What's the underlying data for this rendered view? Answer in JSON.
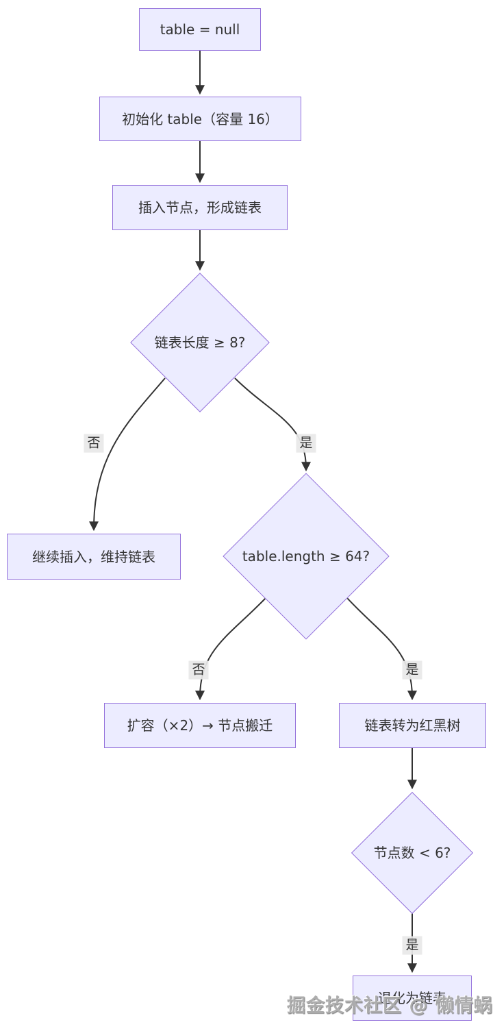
{
  "diagram": {
    "type": "flowchart",
    "direction": "top-down",
    "topic": "HashMap table / linked-list / red-black-tree flow",
    "nodes": {
      "start": "table = null",
      "init": "初始化 table（容量 16）",
      "insert": "插入节点，形成链表",
      "decision_chain_length": "链表长度 ≥ 8?",
      "keep_list": "继续插入，维持链表",
      "decision_table_length": "table.length ≥ 64?",
      "resize": "扩容（×2）→ 节点搬迁",
      "treeify": "链表转为红黑树",
      "decision_node_count": "节点数 < 6?",
      "untreeify": "退化为链表"
    },
    "edge_labels": {
      "d1_no": "否",
      "d1_yes": "是",
      "d2_no": "否",
      "d2_yes": "是",
      "d3_yes": "是"
    },
    "colors": {
      "node_fill": "#ECECFF",
      "node_border": "#9370DB",
      "edge_line": "#333333",
      "text": "#333333",
      "edge_label_bg": "#E8E8E8",
      "background": "#FFFFFF",
      "watermark_gray": "#A9A9A9"
    },
    "watermark": "掘金技术社区 @ 懒情蜗牛"
  }
}
